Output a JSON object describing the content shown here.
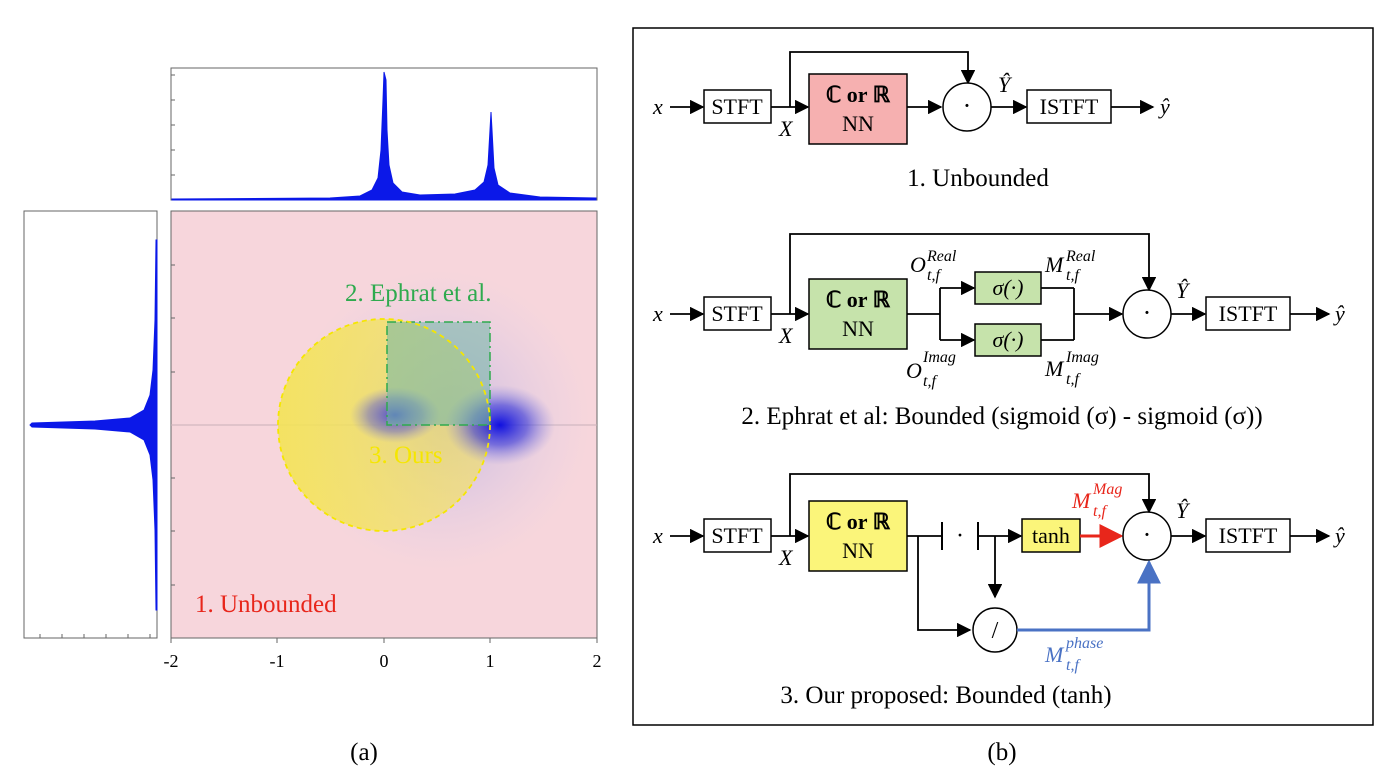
{
  "panel_a": {
    "caption": "(a)",
    "x_ticks": [
      "-2",
      "-1",
      "0",
      "1",
      "2"
    ],
    "region_labels": {
      "unbounded": "1. Unbounded",
      "ephrat": "2. Ephrat et al.",
      "ours": "3. Ours"
    },
    "colors": {
      "unbounded": "#f7d6dc",
      "ephrat": "#2eaa4e",
      "ours": "#f2e23a",
      "ours_label": "#f5e600",
      "unbounded_label": "#e8261b",
      "histogram": "#0b18e8",
      "density": "#3a3ad0"
    }
  },
  "panel_b": {
    "caption": "(b)",
    "diagram1": {
      "title": "1. Unbounded",
      "input": "x",
      "stft": "STFT",
      "stft_out": "X",
      "nn_line1": "ℂ or ℝ",
      "nn_line2": "NN",
      "mult": "·",
      "yhat_cap": "Ŷ",
      "istft": "ISTFT",
      "output": "ŷ",
      "nn_color": "#f6b0b0"
    },
    "diagram2": {
      "title": "2. Ephrat et al: Bounded (sigmoid (σ) - sigmoid (σ))",
      "input": "x",
      "stft": "STFT",
      "stft_out": "X",
      "nn_line1": "ℂ or ℝ",
      "nn_line2": "NN",
      "o_real": "O",
      "o_real_sup": "Real",
      "o_real_sub": "t,f",
      "o_imag": "O",
      "o_imag_sup": "Imag",
      "o_imag_sub": "t,f",
      "sigma1": "σ(·)",
      "sigma2": "σ(·)",
      "m_real": "M",
      "m_real_sup": "Real",
      "m_real_sub": "t,f",
      "m_imag": "M",
      "m_imag_sup": "Imag",
      "m_imag_sub": "t,f",
      "mult": "·",
      "yhat_cap": "Ŷ",
      "istft": "ISTFT",
      "output": "ŷ",
      "nn_color": "#c6e3ab"
    },
    "diagram3": {
      "title": "3. Our proposed: Bounded (tanh)",
      "input": "x",
      "stft": "STFT",
      "stft_out": "X",
      "nn_line1": "ℂ or ℝ",
      "nn_line2": "NN",
      "abs": "| · |",
      "tanh": "tanh",
      "div": "/",
      "m_mag": "M",
      "m_mag_sup": "Mag",
      "m_mag_sub": "t,f",
      "m_phase": "M",
      "m_phase_sup": "phase",
      "m_phase_sub": "t,f",
      "mult": "·",
      "yhat_cap": "Ŷ",
      "istft": "ISTFT",
      "output": "ŷ",
      "nn_color": "#fbf57a",
      "mag_color": "#e8261b",
      "phase_color": "#4a72c4"
    }
  }
}
